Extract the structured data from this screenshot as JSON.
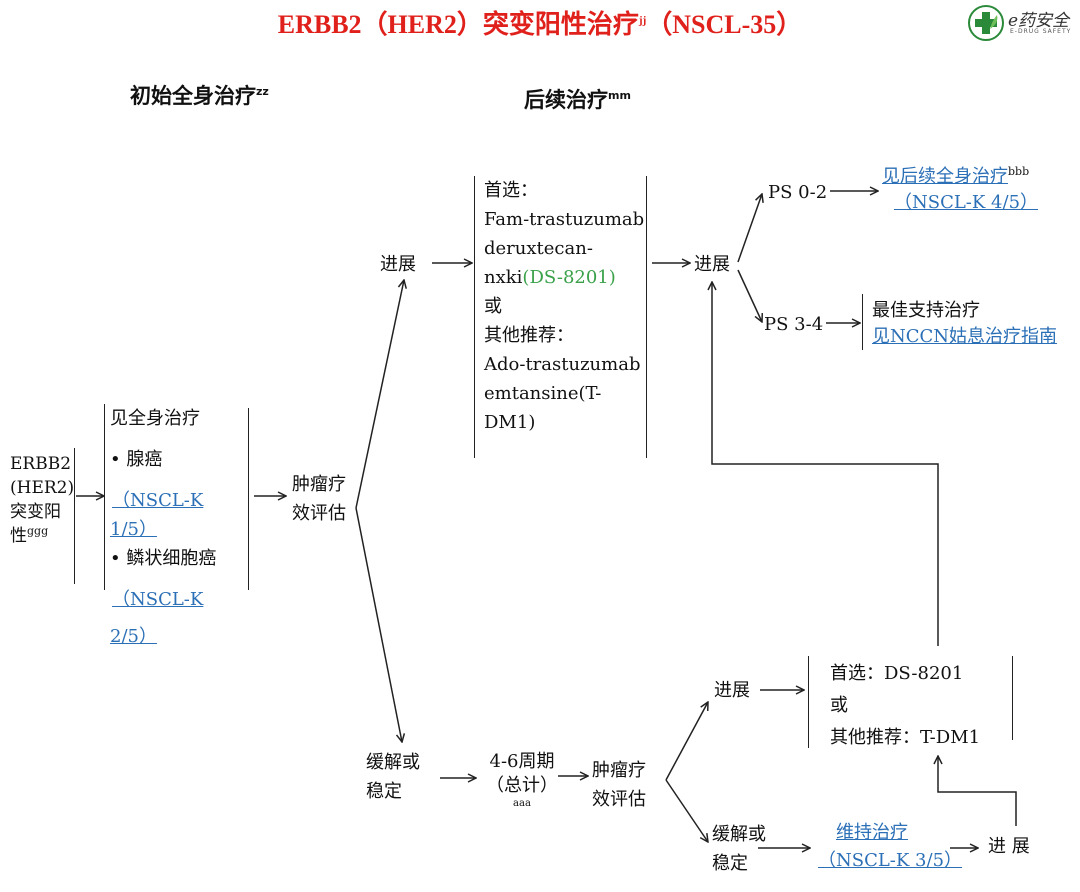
{
  "title": "ERBB2（HER2）突变阳性治疗",
  "title_sup": "jj",
  "title_tail": "（NSCL-35）",
  "logo": {
    "text": "e药安全",
    "sub": "E-DRUG SAFETY",
    "icon": "cross-leaf-icon"
  },
  "headers": {
    "initial": "初始全身治疗",
    "initial_sup": "zz",
    "subsequent": "后续治疗",
    "subsequent_sup": "mm"
  },
  "entry": {
    "l1": "ERBB2",
    "l2": "(HER2)",
    "l3": "突变阳",
    "l4": "性",
    "sup": "ggg"
  },
  "initial_box": {
    "line1": "见全身治疗",
    "adeno": "• 腺癌",
    "adeno_ref_a": "（NSCL-K",
    "adeno_ref_b": "1/5）",
    "squamous": "• 鳞状细胞癌",
    "squamous_ref_a": "（NSCL-K",
    "squamous_ref_b": "2/5）"
  },
  "assess1": {
    "l1": "肿瘤疗",
    "l2": "效评估"
  },
  "progress1": "进展",
  "subsequent_box": {
    "preferred": "首选：",
    "drug1_a": "Fam-trastuzumab",
    "drug1_b": "deruxtecan-",
    "drug1_c": "nxki",
    "drug1_code": "(DS-8201)",
    "or": "或",
    "other": "其他推荐：",
    "drug2_a": "Ado-trastuzumab",
    "drug2_b": "emtansine(T-",
    "drug2_c": "DM1)"
  },
  "progress2": "进展",
  "ps_good": "PS 0-2",
  "ps_poor": "PS 3-4",
  "ref_systemic": {
    "text": "见后续全身治疗",
    "sup": "bbb",
    "ref": "（NSCL-K 4/5）"
  },
  "best_support": {
    "l1": "最佳支持治疗",
    "l2": "见NCCN姑息治疗指南"
  },
  "response1": {
    "l1": "缓解或",
    "l2": "稳定"
  },
  "cycles": {
    "l1": "4-6周期",
    "l2": "（总计）",
    "sup": "aaa"
  },
  "assess2": {
    "l1": "肿瘤疗",
    "l2": "效评估"
  },
  "progress3": "进展",
  "lower_box": {
    "l1": "首选：DS-8201",
    "l2": "或",
    "l3": "其他推荐：T-DM1"
  },
  "response2": {
    "l1": "缓解或",
    "l2": "稳定"
  },
  "maintenance": {
    "l1": "维持治疗",
    "l2": "（NSCL-K 3/5）"
  },
  "progress4": "进 展",
  "colors": {
    "title": "#e0201b",
    "link": "#2b6fb6",
    "green": "#3aa14a"
  }
}
